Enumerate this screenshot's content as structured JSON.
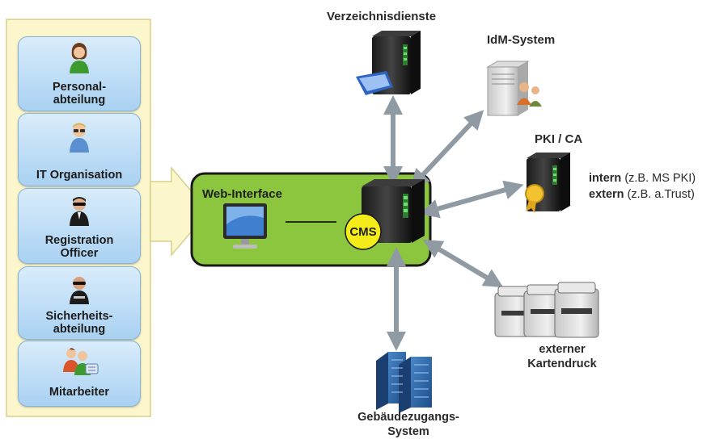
{
  "roles": [
    {
      "label_line1": "Personal-",
      "label_line2": "abteilung",
      "icon": "woman-user-icon"
    },
    {
      "label_line1": "IT Organisation",
      "label_line2": "",
      "icon": "man-glasses-user-icon"
    },
    {
      "label_line1": "Registration",
      "label_line2": "Officer",
      "icon": "man-sunglasses-user-icon"
    },
    {
      "label_line1": "Sicherheits-",
      "label_line2": "abteilung",
      "icon": "security-guard-icon"
    },
    {
      "label_line1": "Mitarbeiter",
      "label_line2": "",
      "icon": "employees-group-icon"
    }
  ],
  "center": {
    "web_interface": "Web-Interface",
    "cms": "CMS"
  },
  "nodes": {
    "directory": "Verzeichnisdienste",
    "idm": "IdM-System",
    "pki_title": "PKI / CA",
    "pki_intern_strong": "intern",
    "pki_intern_note": "(z.B. MS PKI)",
    "pki_extern_strong": "extern",
    "pki_extern_note": "(z.B. a.Trust)",
    "printer_line1": "externer",
    "printer_line2": "Kartendruck",
    "building_line1": "Gebäudezugangs-",
    "building_line2": "System"
  },
  "colors": {
    "panel_bg": "#fbf6cc",
    "role_bg": "#bfdff7",
    "center_green": "#8cc63e",
    "cms_yellow": "#f3ec1a",
    "arrow_gray": "#8f9aa3"
  }
}
